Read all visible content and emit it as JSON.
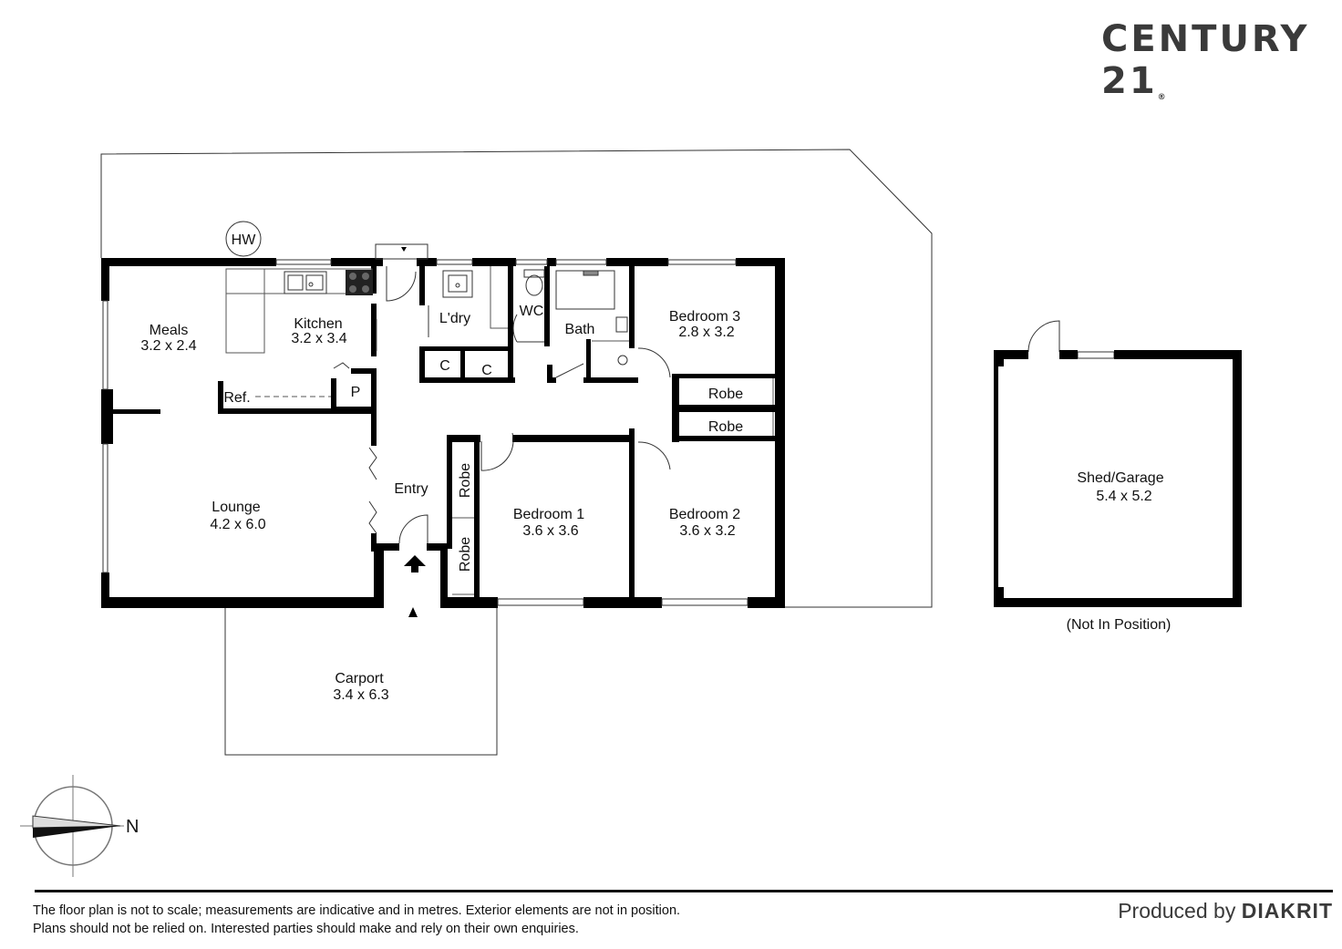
{
  "brand": {
    "name": "CENTURY 21",
    "mark": "®"
  },
  "rooms": {
    "meals": {
      "name": "Meals",
      "size": "3.2 x 2.4"
    },
    "kitchen": {
      "name": "Kitchen",
      "size": "3.2 x 3.4"
    },
    "laundry": {
      "name": "L'dry"
    },
    "wc": {
      "name": "WC"
    },
    "bath": {
      "name": "Bath"
    },
    "bedroom3": {
      "name": "Bedroom 3",
      "size": "2.8 x 3.2"
    },
    "robe_b3a": {
      "name": "Robe"
    },
    "robe_b3b": {
      "name": "Robe"
    },
    "cupboard1": {
      "name": "C"
    },
    "cupboard2": {
      "name": "C"
    },
    "ref": {
      "name": "Ref."
    },
    "pantry": {
      "name": "P"
    },
    "hw": {
      "name": "HW"
    },
    "lounge": {
      "name": "Lounge",
      "size": "4.2 x 6.0"
    },
    "entry": {
      "name": "Entry"
    },
    "robe_b1a": {
      "name": "Robe"
    },
    "robe_b1b": {
      "name": "Robe"
    },
    "bedroom1": {
      "name": "Bedroom 1",
      "size": "3.6 x 3.6"
    },
    "bedroom2": {
      "name": "Bedroom 2",
      "size": "3.6 x 3.2"
    },
    "carport": {
      "name": "Carport",
      "size": "3.4 x 6.3"
    },
    "shed": {
      "name": "Shed/Garage",
      "size": "5.4 x 5.2",
      "note": "(Not In Position)"
    }
  },
  "compass": {
    "label": "N"
  },
  "footer": {
    "disclaimer_line1": "The floor plan is not to scale; measurements are indicative and in metres. Exterior elements are not in position.",
    "disclaimer_line2": "Plans should not be relied on. Interested parties should make and rely on their own enquiries.",
    "produced_by": "Produced by",
    "producer": "DIAKRIT"
  }
}
